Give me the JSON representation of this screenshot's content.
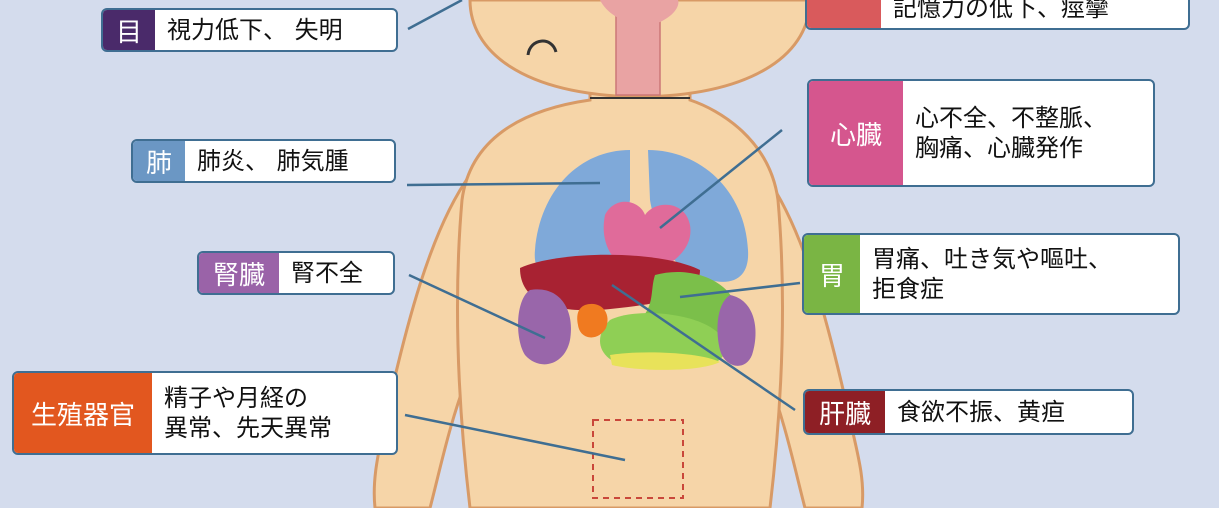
{
  "callouts": {
    "eye": {
      "tag": "目",
      "lines": [
        "視力低下、 失明"
      ],
      "color": "#4a2a6a"
    },
    "brain": {
      "tag": "",
      "lines": [
        "記憶力の低下、痙攣"
      ],
      "color": "#d95a5c"
    },
    "lung": {
      "tag": "肺",
      "lines": [
        "肺炎、 肺気腫"
      ],
      "color": "#6b97c4"
    },
    "heart": {
      "tag": "心臓",
      "lines": [
        "心不全、不整脈、",
        "胸痛、心臓発作"
      ],
      "color": "#d5568e"
    },
    "kidney": {
      "tag": "腎臓",
      "lines": [
        "腎不全"
      ],
      "color": "#9a63a8"
    },
    "stomach": {
      "tag": "胃",
      "lines": [
        "胃痛、吐き気や嘔吐、",
        "拒食症"
      ],
      "color": "#7ab544"
    },
    "reproductive": {
      "tag": "生殖器官",
      "lines": [
        "精子や月経の",
        "異常、先天異常"
      ],
      "color": "#e2571f"
    },
    "liver": {
      "tag": "肝臓",
      "lines": [
        "食欲不振、黄疸"
      ],
      "color": "#8e1f25"
    }
  },
  "organ_colors": {
    "skin": "#f6d5a8",
    "skin_outline": "#d89a66",
    "esophagus": "#e9a3a3",
    "lung": "#7fa9d9",
    "heart": "#e06b9a",
    "liver": "#a82232",
    "stomach": "#7bbf4a",
    "kidney": "#9966aa",
    "intestine": "#8fcf55",
    "gallbladder": "#f07a20",
    "pancreas": "#e8e25a",
    "leader_line": "#3f6e92"
  }
}
